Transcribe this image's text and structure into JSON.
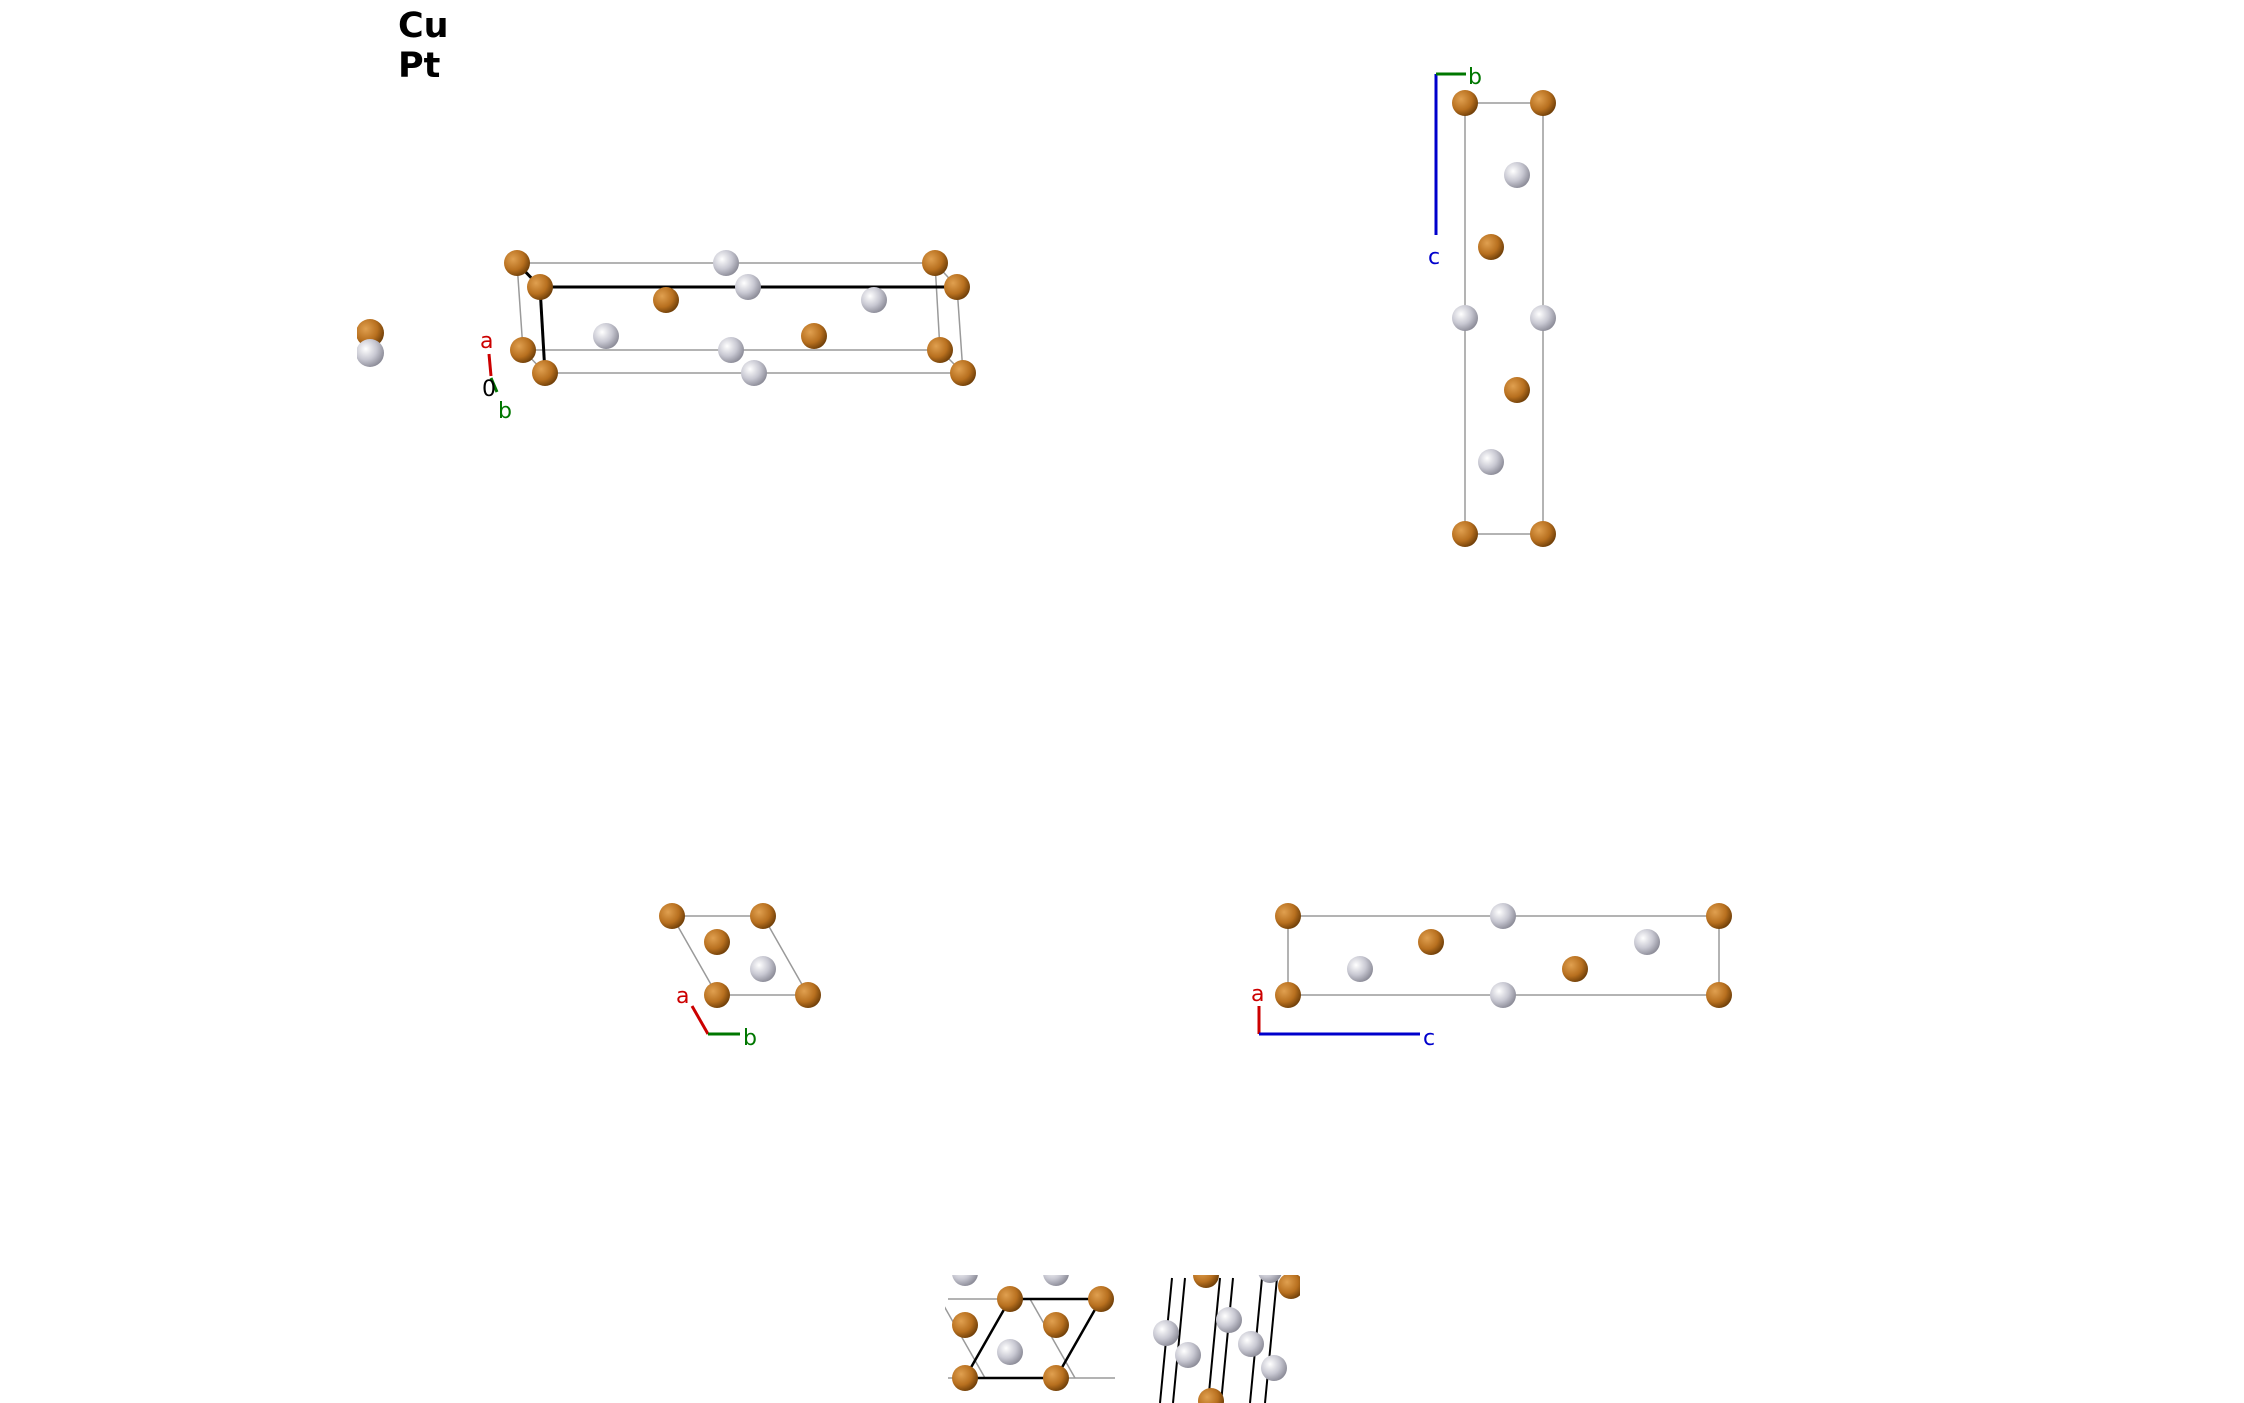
{
  "legend": {
    "element1": "Cu",
    "element2": "Pt"
  },
  "colors": {
    "Cu": "#b8701f",
    "Pt": "#c8c8d2",
    "cell": "#9a9a9a",
    "cell_bold": "#000000",
    "axis_a": "#cc0000",
    "axis_b": "#007700",
    "axis_c": "#0000cc"
  },
  "views": {
    "perspective": {
      "axis_a": "a",
      "axis_b": "b",
      "origin": "0"
    },
    "along_a": {
      "axis_b": "b",
      "axis_c": "c"
    },
    "along_c": {
      "axis_a": "a",
      "axis_b": "b"
    },
    "along_b": {
      "axis_a": "a",
      "axis_c": "c"
    }
  },
  "atoms": {
    "elements": [
      "Cu",
      "Pt"
    ]
  }
}
